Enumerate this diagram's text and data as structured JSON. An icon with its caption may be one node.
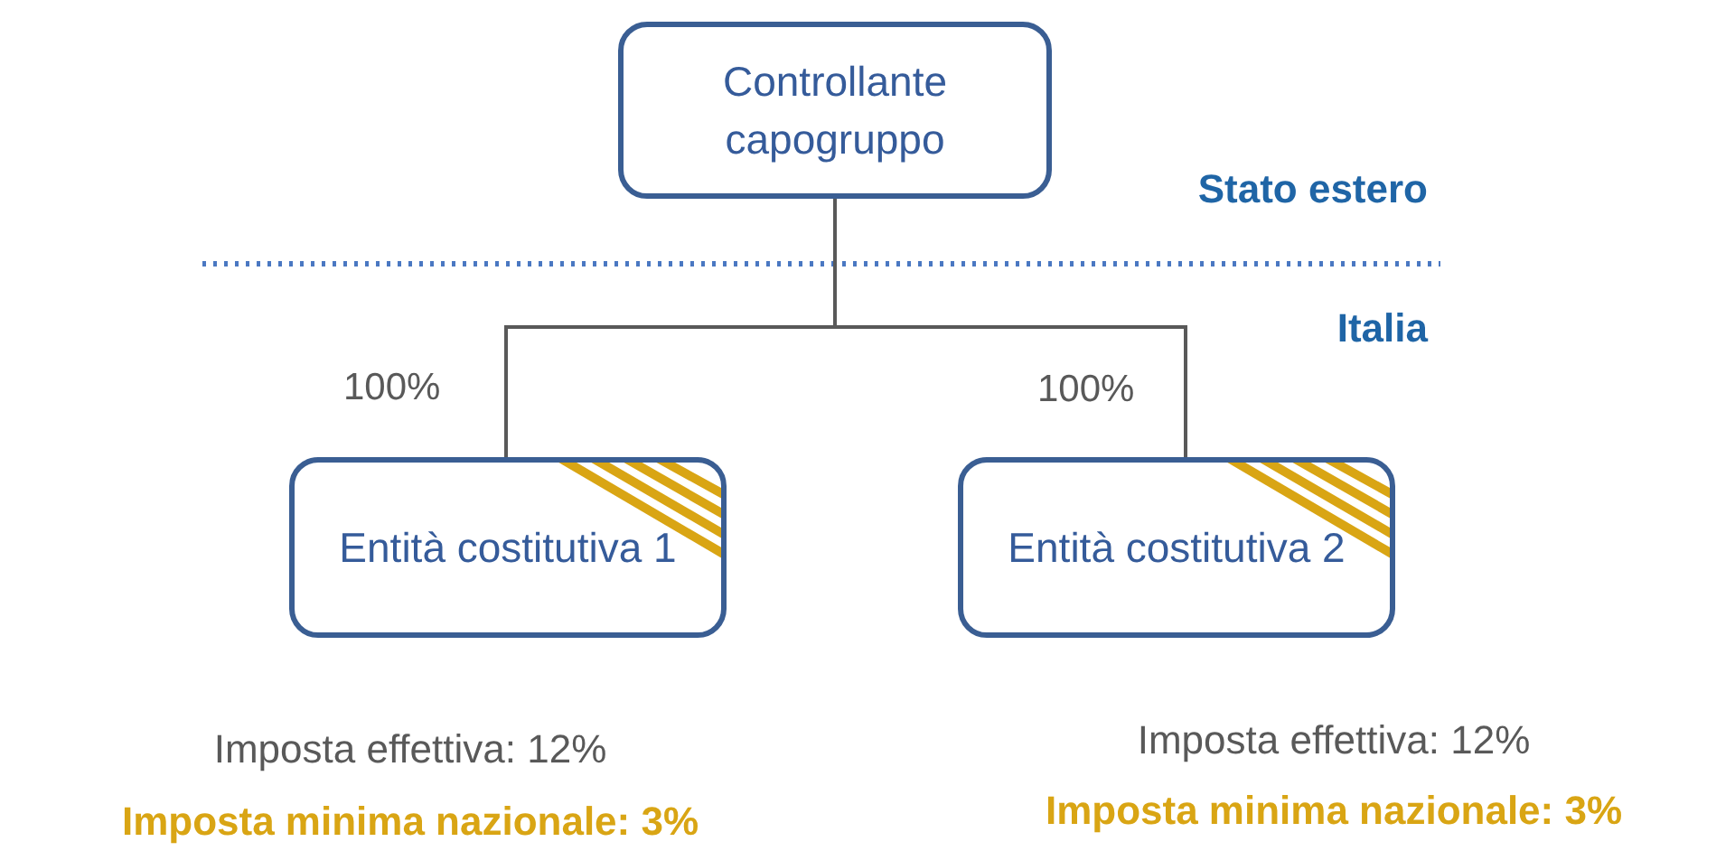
{
  "diagram": {
    "nodes": [
      {
        "text": [
          "Controllante capogruppo"
        ]
      },
      {
        "text": [
          "Entità costitutiva 1"
        ],
        "beside": [
          "Imposta effettiva: 12%",
          "Imposta minima nazionale: 3%"
        ]
      },
      {
        "text": [
          "Entità costitutiva 2"
        ],
        "beside": [
          "Imposta effettiva: 12%",
          "Imposta minima nazionale: 3%"
        ]
      }
    ],
    "edges": [
      {
        "from": 0,
        "to": 1,
        "arrow": "none",
        "label": "100%"
      },
      {
        "from": 0,
        "to": 2,
        "arrow": "none",
        "label": "100%"
      }
    ],
    "labels": [
      "Stato estero",
      "Italia"
    ]
  }
}
